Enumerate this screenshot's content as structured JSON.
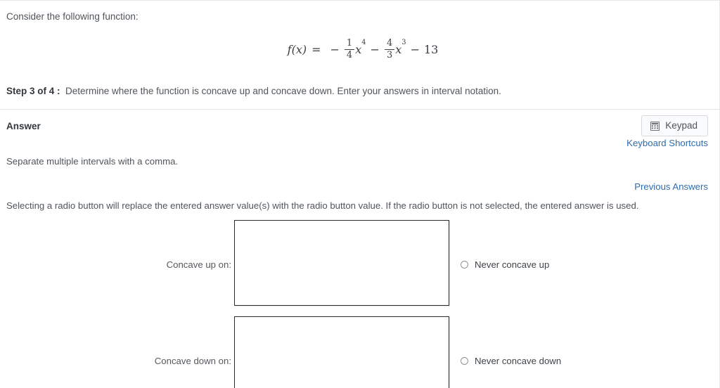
{
  "question": {
    "prompt": "Consider the following function:",
    "formula": {
      "lhs": "f(x)",
      "equals": "=",
      "term1_sign": "−",
      "term1_num": "1",
      "term1_den": "4",
      "term1_var": "x",
      "term1_exp": "4",
      "term2_sign": "−",
      "term2_num": "4",
      "term2_den": "3",
      "term2_var": "x",
      "term2_exp": "3",
      "term3_sign": "−",
      "term3_value": "13",
      "plain": "f(x) = -1/4 x^4 - 4/3 x^3 - 13"
    },
    "step_label": "Step 3 of 4 :",
    "step_text": "Determine where the function is concave up and concave down. Enter your answers in interval notation."
  },
  "answer": {
    "title": "Answer",
    "keypad_label": "Keypad",
    "keypad_icon": "calculator-grid-icon",
    "keyboard_shortcuts_label": "Keyboard Shortcuts",
    "separate_note": "Separate multiple intervals with a comma.",
    "previous_answers_label": "Previous Answers",
    "radio_note": "Selecting a radio button will replace the entered answer value(s) with the radio button value. If the radio button is not selected, the entered answer is used.",
    "rows": [
      {
        "label": "Concave up on:",
        "input_value": "",
        "input_placeholder": "",
        "radio_label": "Never concave up",
        "radio_selected": false
      },
      {
        "label": "Concave down on:",
        "input_value": "",
        "input_placeholder": "",
        "radio_label": "Never concave down",
        "radio_selected": false
      }
    ]
  },
  "colors": {
    "link": "#2c6cad",
    "text": "#4f555b",
    "heading": "#33383d",
    "box_border": "#2b2b2b",
    "divider": "#e4e6e8",
    "button_bg": "#fafbfc"
  }
}
